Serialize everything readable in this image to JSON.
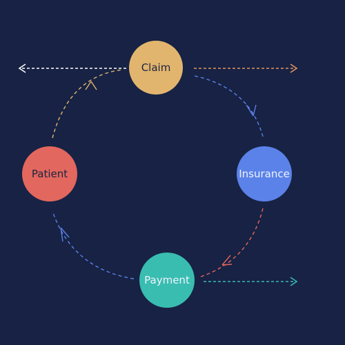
{
  "diagram": {
    "background": "#172244",
    "nodes": [
      {
        "id": "claim",
        "label": "Claim",
        "color": "#e2b56e"
      },
      {
        "id": "insurance",
        "label": "Insurance",
        "color": "#5b82e8"
      },
      {
        "id": "payment",
        "label": "Payment",
        "color": "#39bdb0"
      },
      {
        "id": "patient",
        "label": "Patient",
        "color": "#e2675e"
      }
    ],
    "edges": [
      {
        "from": "claim",
        "to": "insurance",
        "color": "#5b82e8"
      },
      {
        "from": "insurance",
        "to": "payment",
        "color": "#e2675e"
      },
      {
        "from": "payment",
        "to": "patient",
        "color": "#5b82e8"
      },
      {
        "from": "patient",
        "to": "claim",
        "color": "#e2b56e"
      }
    ],
    "outgoing": [
      {
        "from": "claim",
        "direction": "left",
        "color": "#ffffff"
      },
      {
        "from": "claim",
        "direction": "right",
        "color": "#e3955f"
      },
      {
        "from": "payment",
        "direction": "right",
        "color": "#39bdb0"
      }
    ]
  }
}
